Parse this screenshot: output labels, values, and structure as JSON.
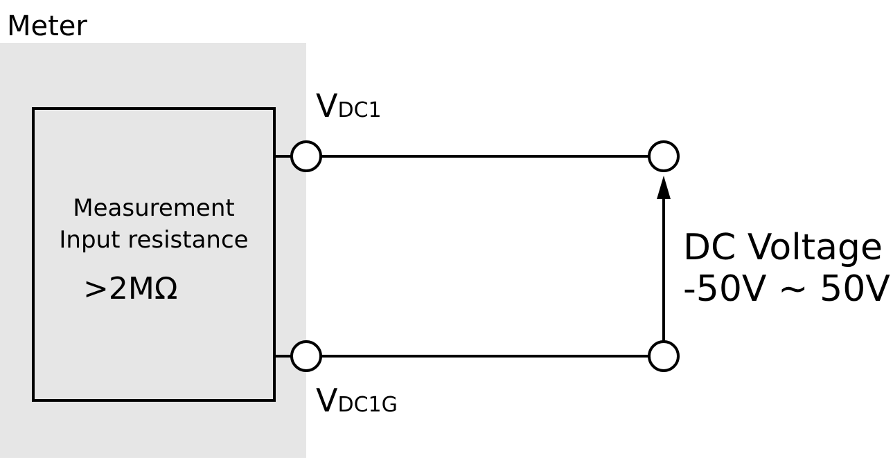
{
  "meter": {
    "title": "Meter",
    "panel_color": "#e6e6e6",
    "box": {
      "line1": "Measurement",
      "line2": "Input resistance",
      "resistance": ">2MΩ"
    }
  },
  "terminals": {
    "top": {
      "main": "V",
      "sub": "DC1"
    },
    "bottom": {
      "main": "V",
      "sub": "DC1G"
    }
  },
  "source": {
    "line1": "DC Voltage",
    "line2": "-50V ~ 50V"
  },
  "colors": {
    "stroke": "#000000",
    "background": "#ffffff"
  }
}
